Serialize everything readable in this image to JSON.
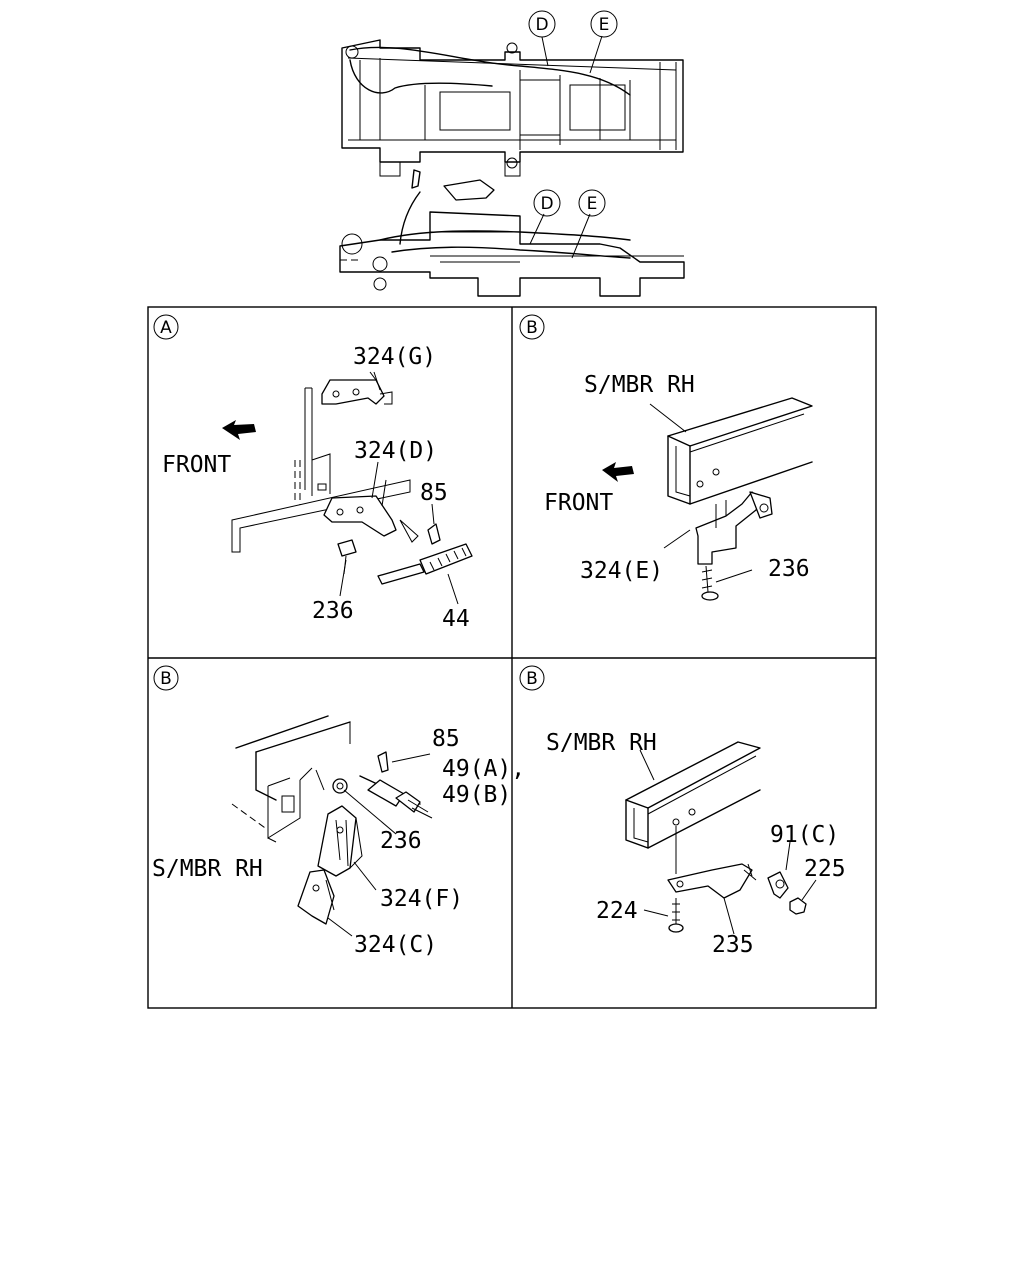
{
  "overview": {
    "callouts": [
      "D",
      "E",
      "D",
      "E"
    ]
  },
  "panels": [
    {
      "badge": "A",
      "labels": [
        "324(G)",
        "FRONT",
        "324(D)",
        "85",
        "236",
        "44"
      ]
    },
    {
      "badge": "B",
      "labels": [
        "S/MBR RH",
        "FRONT",
        "324(E)",
        "236"
      ]
    },
    {
      "badge": "B",
      "labels": [
        "85",
        "49(A),",
        "49(B)",
        "236",
        "S/MBR RH",
        "324(F)",
        "324(C)"
      ]
    },
    {
      "badge": "B",
      "labels": [
        "S/MBR RH",
        "91(C)",
        "225",
        "224",
        "235"
      ]
    }
  ]
}
